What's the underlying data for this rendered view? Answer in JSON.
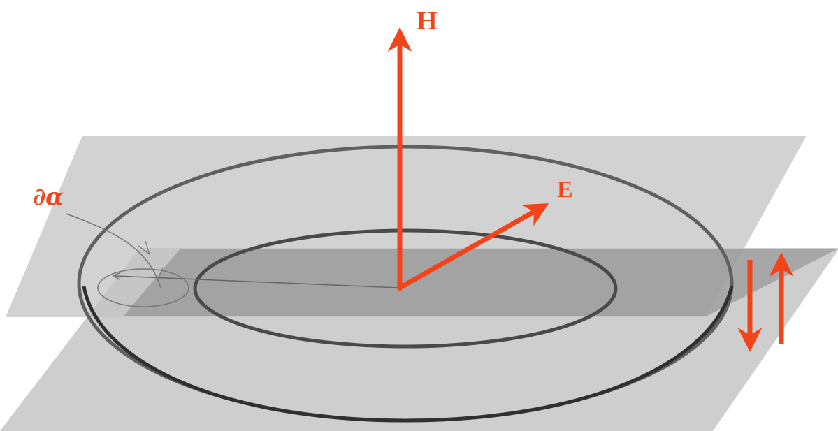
{
  "labels": {
    "h_vector": "H",
    "e_vector": "E",
    "boundary": "∂α"
  },
  "colors": {
    "vector": "#f2441a",
    "label": "#f2441a",
    "plane": "#bdbdbd",
    "inner_plane": "#8f8f8f",
    "ring": "#555555",
    "ring_dark": "#333333",
    "pointer": "#777777"
  },
  "icons": {
    "h_arrow": "arrow-up",
    "e_arrow": "arrow-up-right",
    "oscillation_down": "arrow-down",
    "oscillation_up": "arrow-up"
  }
}
